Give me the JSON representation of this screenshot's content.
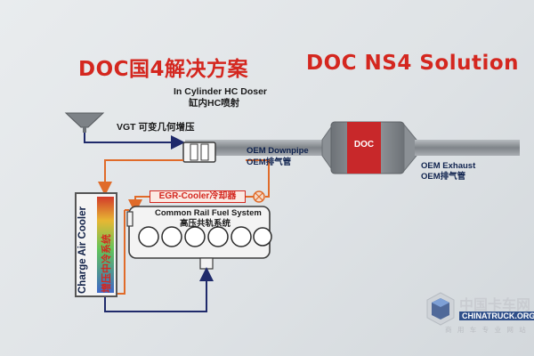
{
  "titles": {
    "cn": "DOC国4解决方案",
    "en": "DOC NS4 Solution"
  },
  "labels": {
    "doser_en": "In Cylinder HC Doser",
    "doser_cn": "缸内HC喷射",
    "vgt": "VGT 可变几何增压",
    "downpipe_en": "OEM Downpipe",
    "downpipe_cn": "OEM排气管",
    "exhaust_en": "OEM Exhaust",
    "exhaust_cn": "OEM排气管",
    "doc": "DOC",
    "egr": "EGR-Cooler冷却器",
    "crfs_en": "Common Rail Fuel System",
    "crfs_cn": "高压共轨系统",
    "cac_en": "Charge Air Cooler",
    "cac_cn": "增压中冷系统"
  },
  "watermark": {
    "cn": "中国卡车网",
    "en": "CHINATRUCK.ORG",
    "sub": "商 用 车 专 业 网 站"
  },
  "colors": {
    "title_red": "#d4271f",
    "pipe_gray": "#8e9398",
    "doc_red": "#c8282a",
    "line_blue": "#1f2a6b",
    "line_orange": "#e06b2a"
  }
}
